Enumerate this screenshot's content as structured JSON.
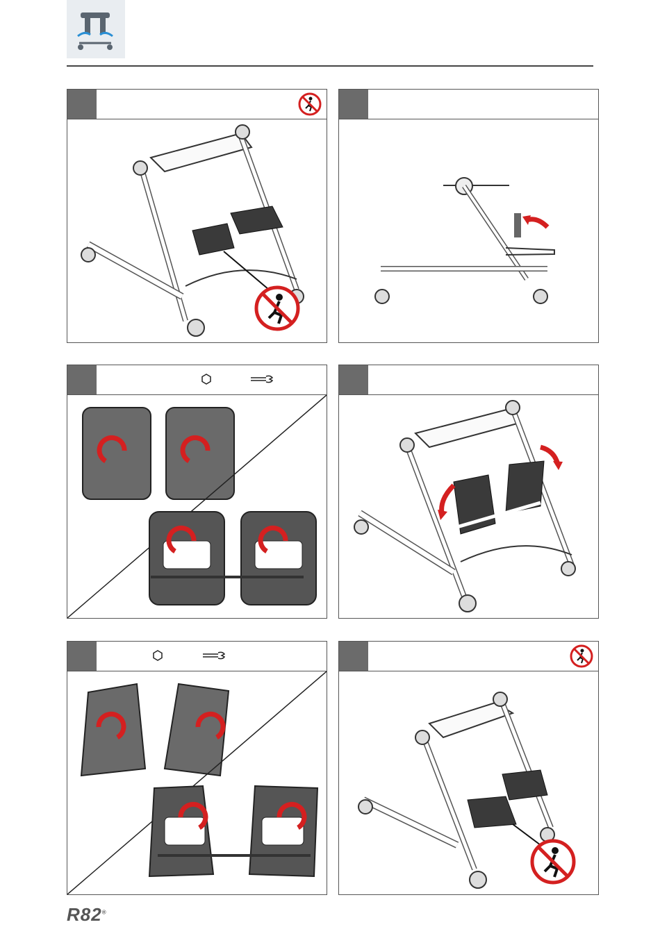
{
  "header": {
    "icon": "lift-footrest-icon"
  },
  "colors": {
    "accent": "#d42020",
    "step_box": "#6b6b6b",
    "border": "#555555",
    "header_bg": "#e9edf1"
  },
  "panels": [
    {
      "id": 1,
      "icon": "no-stepping-icon",
      "illustration": "lift-frame-footplates-down"
    },
    {
      "id": 2,
      "illustration": "lift-side-view-fold-arrow"
    },
    {
      "id": 3,
      "tools": [
        "hex-key-icon",
        "wrench-icon"
      ],
      "illustration": "footplates-rotate-ccw-detail"
    },
    {
      "id": 4,
      "illustration": "lift-frame-footplates-folded"
    },
    {
      "id": 5,
      "tools": [
        "hex-key-icon",
        "wrench-icon"
      ],
      "illustration": "footplates-rotate-cw-detail"
    },
    {
      "id": 6,
      "icon": "no-stepping-icon",
      "illustration": "lift-frame-footplates-down-angled"
    }
  ],
  "footer": {
    "logo": "R82",
    "logo_mark": "®"
  }
}
